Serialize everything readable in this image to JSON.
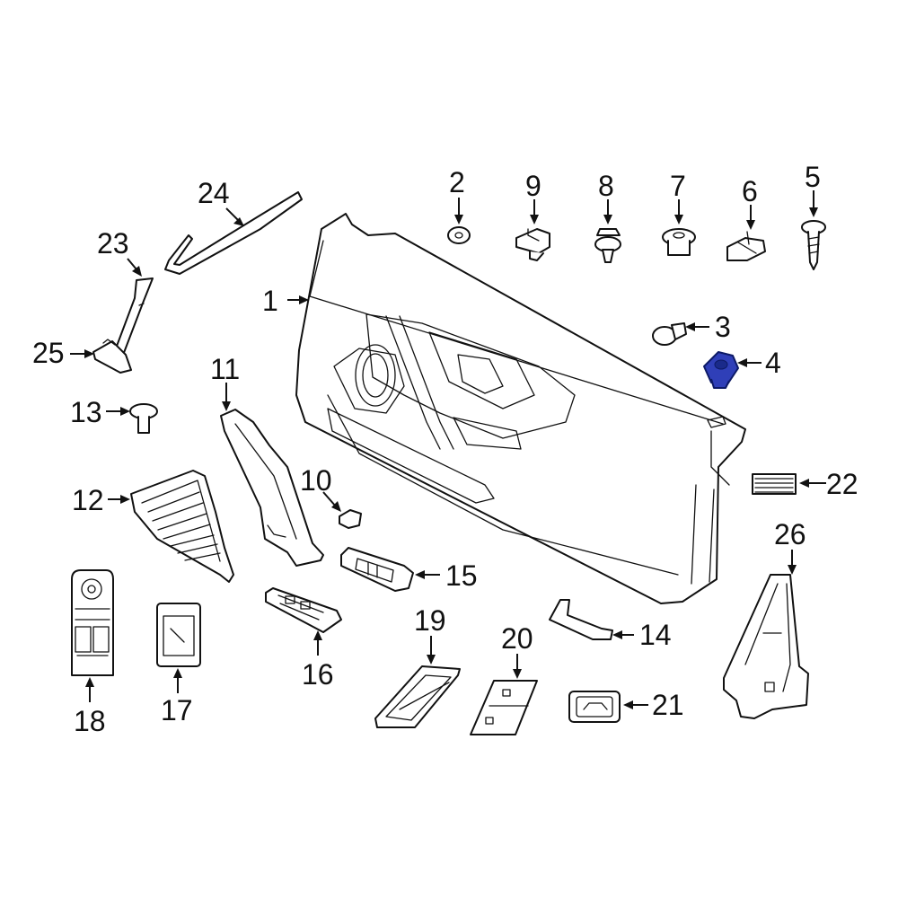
{
  "diagram": {
    "highlight_color": "#2f3fb8",
    "callouts": [
      "1",
      "2",
      "3",
      "4",
      "5",
      "6",
      "7",
      "8",
      "9",
      "10",
      "11",
      "12",
      "13",
      "14",
      "15",
      "16",
      "17",
      "18",
      "19",
      "20",
      "21",
      "22",
      "23",
      "24",
      "25",
      "26"
    ]
  }
}
